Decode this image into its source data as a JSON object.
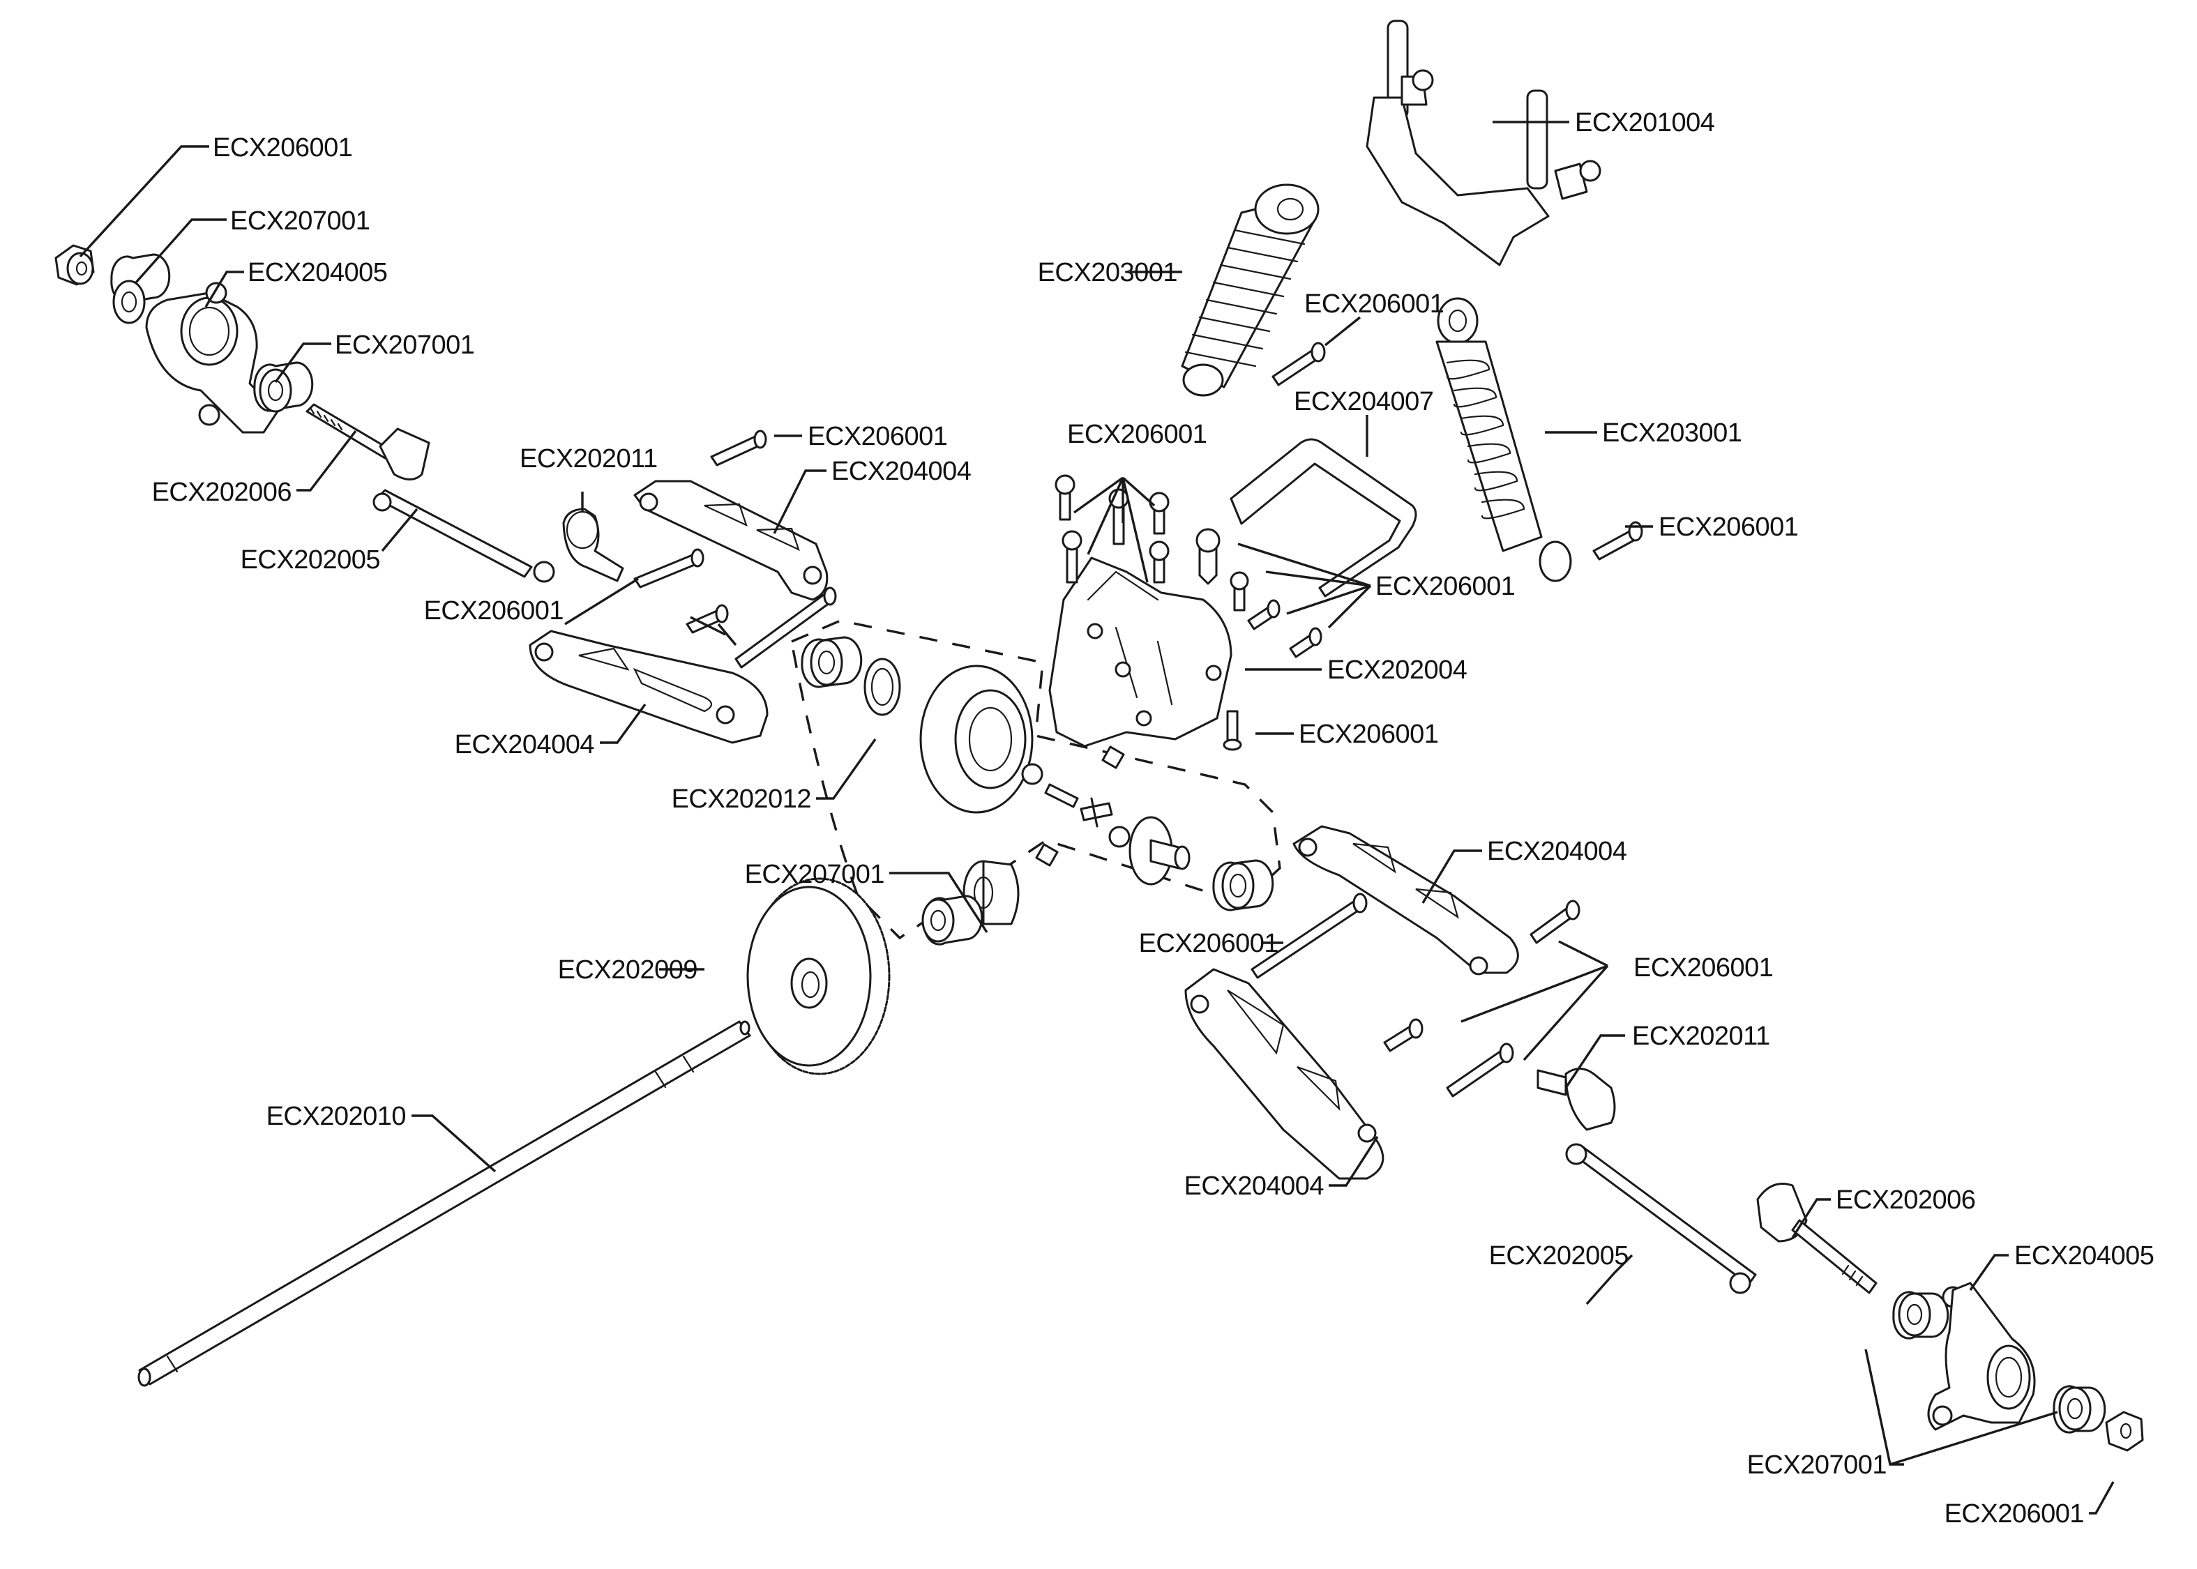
{
  "diagram": {
    "title": "Rear gearbox / suspension exploded parts view",
    "ink_color": "#1a1a1a",
    "background": "#ffffff"
  },
  "labels": {
    "nut_left": "ECX206001",
    "bearing_left_outer": "ECX207001",
    "hub_carrier_left": "ECX204005",
    "bearing_left_inner": "ECX207001",
    "axle_left": "ECX202006",
    "dogbone_left": "ECX202005",
    "outdrive_left": "ECX202011",
    "hinge_pin_upper_left": "ECX206001",
    "upper_arm_left": "ECX204004",
    "hinge_pins_left": "ECX206001",
    "lower_arm_left": "ECX204004",
    "differential": "ECX202012",
    "shock_left": "ECX203001",
    "shock_pin_left": "ECX206001",
    "gearbox_screws_top": "ECX206001",
    "body_mount": "ECX201004",
    "wing_bar": "ECX204007",
    "shock_right": "ECX203001",
    "shock_pin_right": "ECX206001",
    "gearbox_screws_side": "ECX206001",
    "gearbox": "ECX202004",
    "gearbox_bottom_screw": "ECX206001",
    "diff_bearing_left": "ECX207001",
    "spur_gear": "ECX202009",
    "top_shaft": "ECX202010",
    "upper_arm_right": "ECX204004",
    "hinge_pin_right_inner": "ECX206001",
    "hinge_pins_right": "ECX206001",
    "outdrive_right": "ECX202011",
    "lower_arm_right": "ECX204004",
    "axle_right": "ECX202006",
    "dogbone_right": "ECX202005",
    "hub_carrier_right": "ECX204005",
    "bearings_right": "ECX207001",
    "nut_right": "ECX206001"
  }
}
